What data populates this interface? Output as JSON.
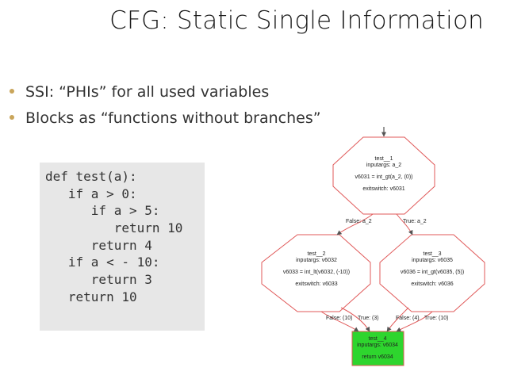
{
  "title": "CFG: Static Single Information",
  "bullets": [
    "SSI: “PHIs” for all used variables",
    "Blocks as “functions without branches”"
  ],
  "code_lines": [
    "def test(a):",
    "   if a > 0:",
    "      if a > 5:",
    "         return 10",
    "      return 4",
    "   if a < - 10:",
    "      return 3",
    "   return 10"
  ],
  "graph": {
    "nodes": [
      {
        "name": "test__1",
        "inputargs": "inputargs: a_2",
        "op": "v6031 = int_gt(a_2, (0))",
        "exit": "exitswitch: v6031"
      },
      {
        "name": "test__2",
        "inputargs": "inputargs: v6032",
        "op": "v6033 = int_lt(v6032, (-10))",
        "exit": "exitswitch: v6033"
      },
      {
        "name": "test__3",
        "inputargs": "inputargs: v6035",
        "op": "v6036 = int_gt(v6035, (5))",
        "exit": "exitswitch: v6036"
      },
      {
        "name": "test__4",
        "inputargs": "inputargs: v6034",
        "op": "return v6034"
      }
    ],
    "edges": [
      {
        "label": "False: a_2"
      },
      {
        "label": "True: a_2"
      },
      {
        "label": "False: (10)"
      },
      {
        "label": "True: (3)"
      },
      {
        "label": "False: (4)"
      },
      {
        "label": "True: (10)"
      }
    ]
  },
  "colors": {
    "node_border": "#e05a5a",
    "node_fill": "#ffffff",
    "return_fill": "#2ed52e",
    "bullet": "#c9a55a",
    "code_bg": "#e7e7e7"
  }
}
